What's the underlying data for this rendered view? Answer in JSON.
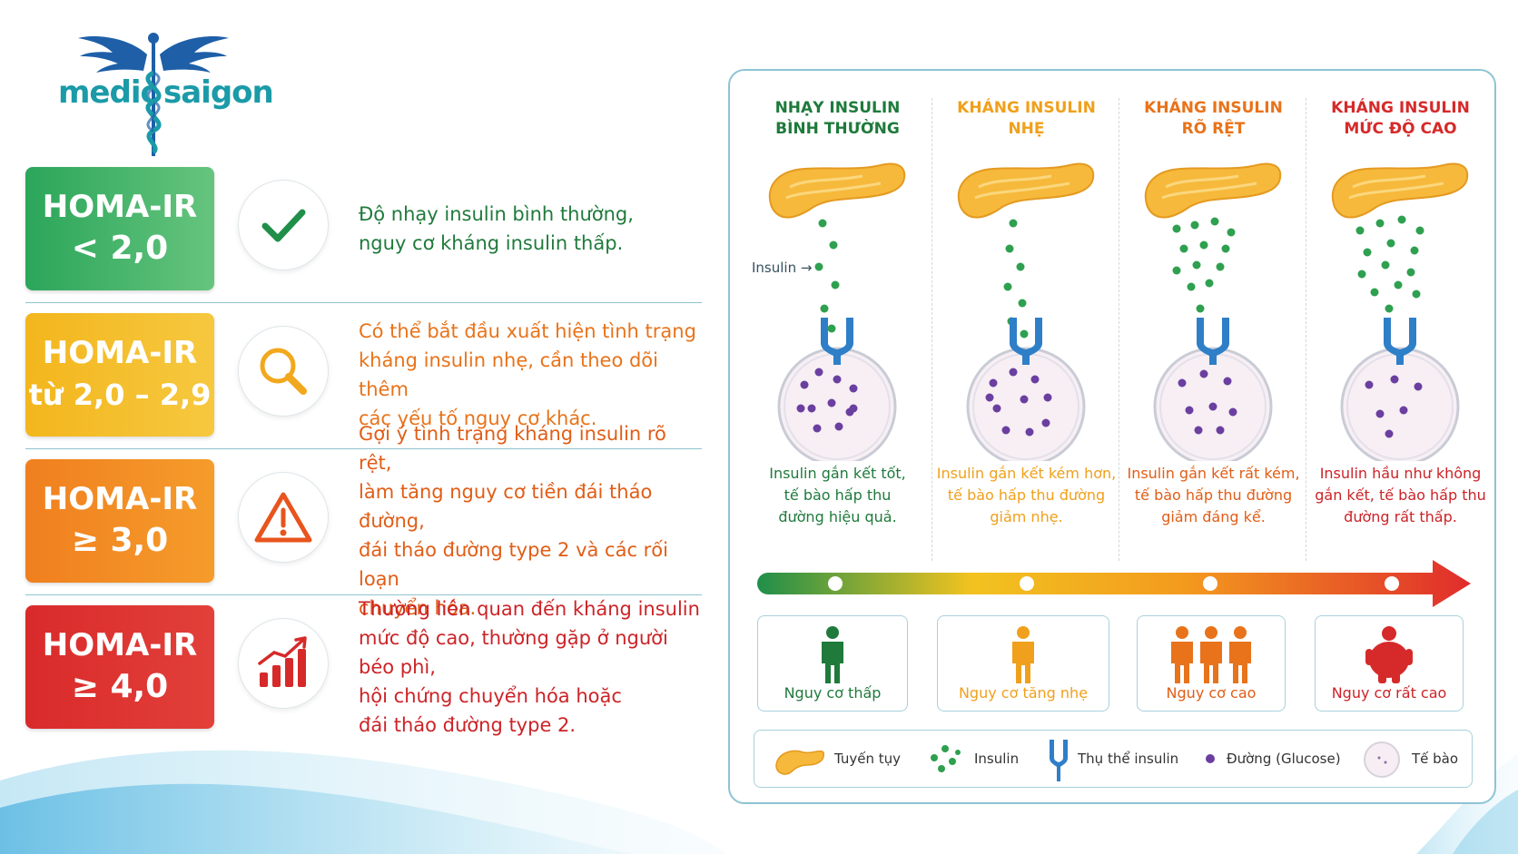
{
  "brand": {
    "name_left": "medic",
    "name_right": "saigon"
  },
  "rows": [
    {
      "badge_line1": "HOMA-IR",
      "badge_line2": "< 2,0",
      "icon": "check-icon",
      "text": [
        "Độ nhạy insulin bình thường,",
        "nguy cơ kháng insulin thấp."
      ]
    },
    {
      "badge_line1": "HOMA-IR",
      "badge_line2": "từ 2,0 – 2,9",
      "icon": "magnifier-icon",
      "text": [
        "Có thể bắt đầu xuất hiện tình trạng",
        "kháng insulin nhẹ, cần theo dõi thêm",
        "các yếu tố nguy cơ khác."
      ]
    },
    {
      "badge_line1": "HOMA-IR",
      "badge_line2": "≥ 3,0",
      "icon": "warning-icon",
      "text": [
        "Gợi ý tình trạng kháng insulin rõ rệt,",
        "làm tăng nguy cơ tiền đái tháo đường,",
        "đái tháo đường type 2 và các rối loạn",
        "chuyển hóa."
      ]
    },
    {
      "badge_line1": "HOMA-IR",
      "badge_line2": "≥ 4,0",
      "icon": "rising-chart-icon",
      "text": [
        "Thường liên quan đến kháng insulin",
        "mức độ cao, thường gặp ở người béo phì,",
        "hội chứng chuyển hóa hoặc",
        "đái tháo đường type 2."
      ]
    }
  ],
  "stages": [
    {
      "title_line1": "NHẠY INSULIN",
      "title_line2": "BÌNH THƯỜNG",
      "color": "#1f7a3c",
      "desc": [
        "Insulin gắn kết tốt,",
        "tế bào hấp thu",
        "đường hiệu quả."
      ]
    },
    {
      "title_line1": "KHÁNG INSULIN",
      "title_line2": "NHẸ",
      "color": "#f0a01c",
      "desc": [
        "Insulin gắn kết kém hơn,",
        "tế bào hấp thu đường",
        "giảm nhẹ."
      ]
    },
    {
      "title_line1": "KHÁNG INSULIN",
      "title_line2": "RÕ RỆT",
      "color": "#e8731a",
      "desc": [
        "Insulin gắn kết rất kém,",
        "tế bào hấp thu đường",
        "giảm đáng kể."
      ]
    },
    {
      "title_line1": "KHÁNG INSULIN",
      "title_line2": "MỨC ĐỘ CAO",
      "color": "#d62a2a",
      "desc": [
        "Insulin hầu như không",
        "gắn kết, tế bào hấp thu",
        "đường rất thấp."
      ]
    }
  ],
  "insulin_label": "Insulin",
  "risks": [
    {
      "label": "Nguy cơ thấp",
      "color": "#1f7a3c"
    },
    {
      "label": "Nguy cơ tăng nhẹ",
      "color": "#f0a01c"
    },
    {
      "label": "Nguy cơ cao",
      "color": "#e8731a"
    },
    {
      "label": "Nguy cơ rất cao",
      "color": "#d62a2a"
    }
  ],
  "legend": [
    {
      "label": "Tuyến tụy",
      "icon": "pancreas-icon"
    },
    {
      "label": "Insulin",
      "icon": "insulin-dots-icon"
    },
    {
      "label": "Thụ thể insulin",
      "icon": "receptor-icon"
    },
    {
      "label": "Đường (Glucose)",
      "icon": "glucose-dot-icon"
    },
    {
      "label": "Tế bào",
      "icon": "cell-icon"
    }
  ]
}
